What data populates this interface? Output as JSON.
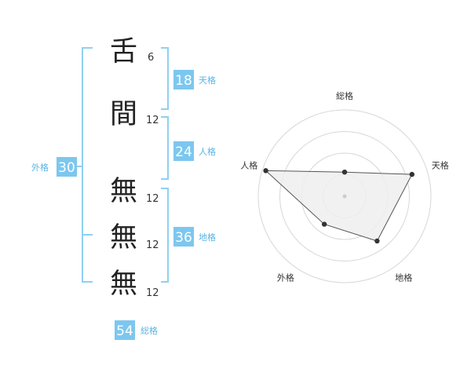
{
  "characters": [
    {
      "char": "舌",
      "strokes": "6"
    },
    {
      "char": "間",
      "strokes": "12"
    },
    {
      "char": "無",
      "strokes": "12"
    },
    {
      "char": "無",
      "strokes": "12"
    },
    {
      "char": "無",
      "strokes": "12"
    }
  ],
  "kakusu": {
    "tenkaku": {
      "value": "18",
      "label": "天格"
    },
    "jinkaku": {
      "value": "24",
      "label": "人格"
    },
    "chikaku": {
      "value": "36",
      "label": "地格"
    },
    "gaikaku": {
      "value": "30",
      "label": "外格"
    },
    "soukaku": {
      "value": "54",
      "label": "総格"
    }
  },
  "colors": {
    "badge": "#7cc7ef",
    "badge_text": "#ffffff",
    "label": "#5ab4e5",
    "bracket": "#8fd0f0",
    "ring": "#d7d7d7",
    "polygon_fill": "#eeeeee",
    "polygon_stroke": "#555555",
    "point": "#333333"
  },
  "chart_data": {
    "type": "radar",
    "axes": [
      "総格",
      "天格",
      "地格",
      "外格",
      "人格"
    ],
    "values": [
      1.4,
      4.1,
      3.2,
      2.0,
      4.8
    ],
    "max": 5,
    "rings": 4
  }
}
